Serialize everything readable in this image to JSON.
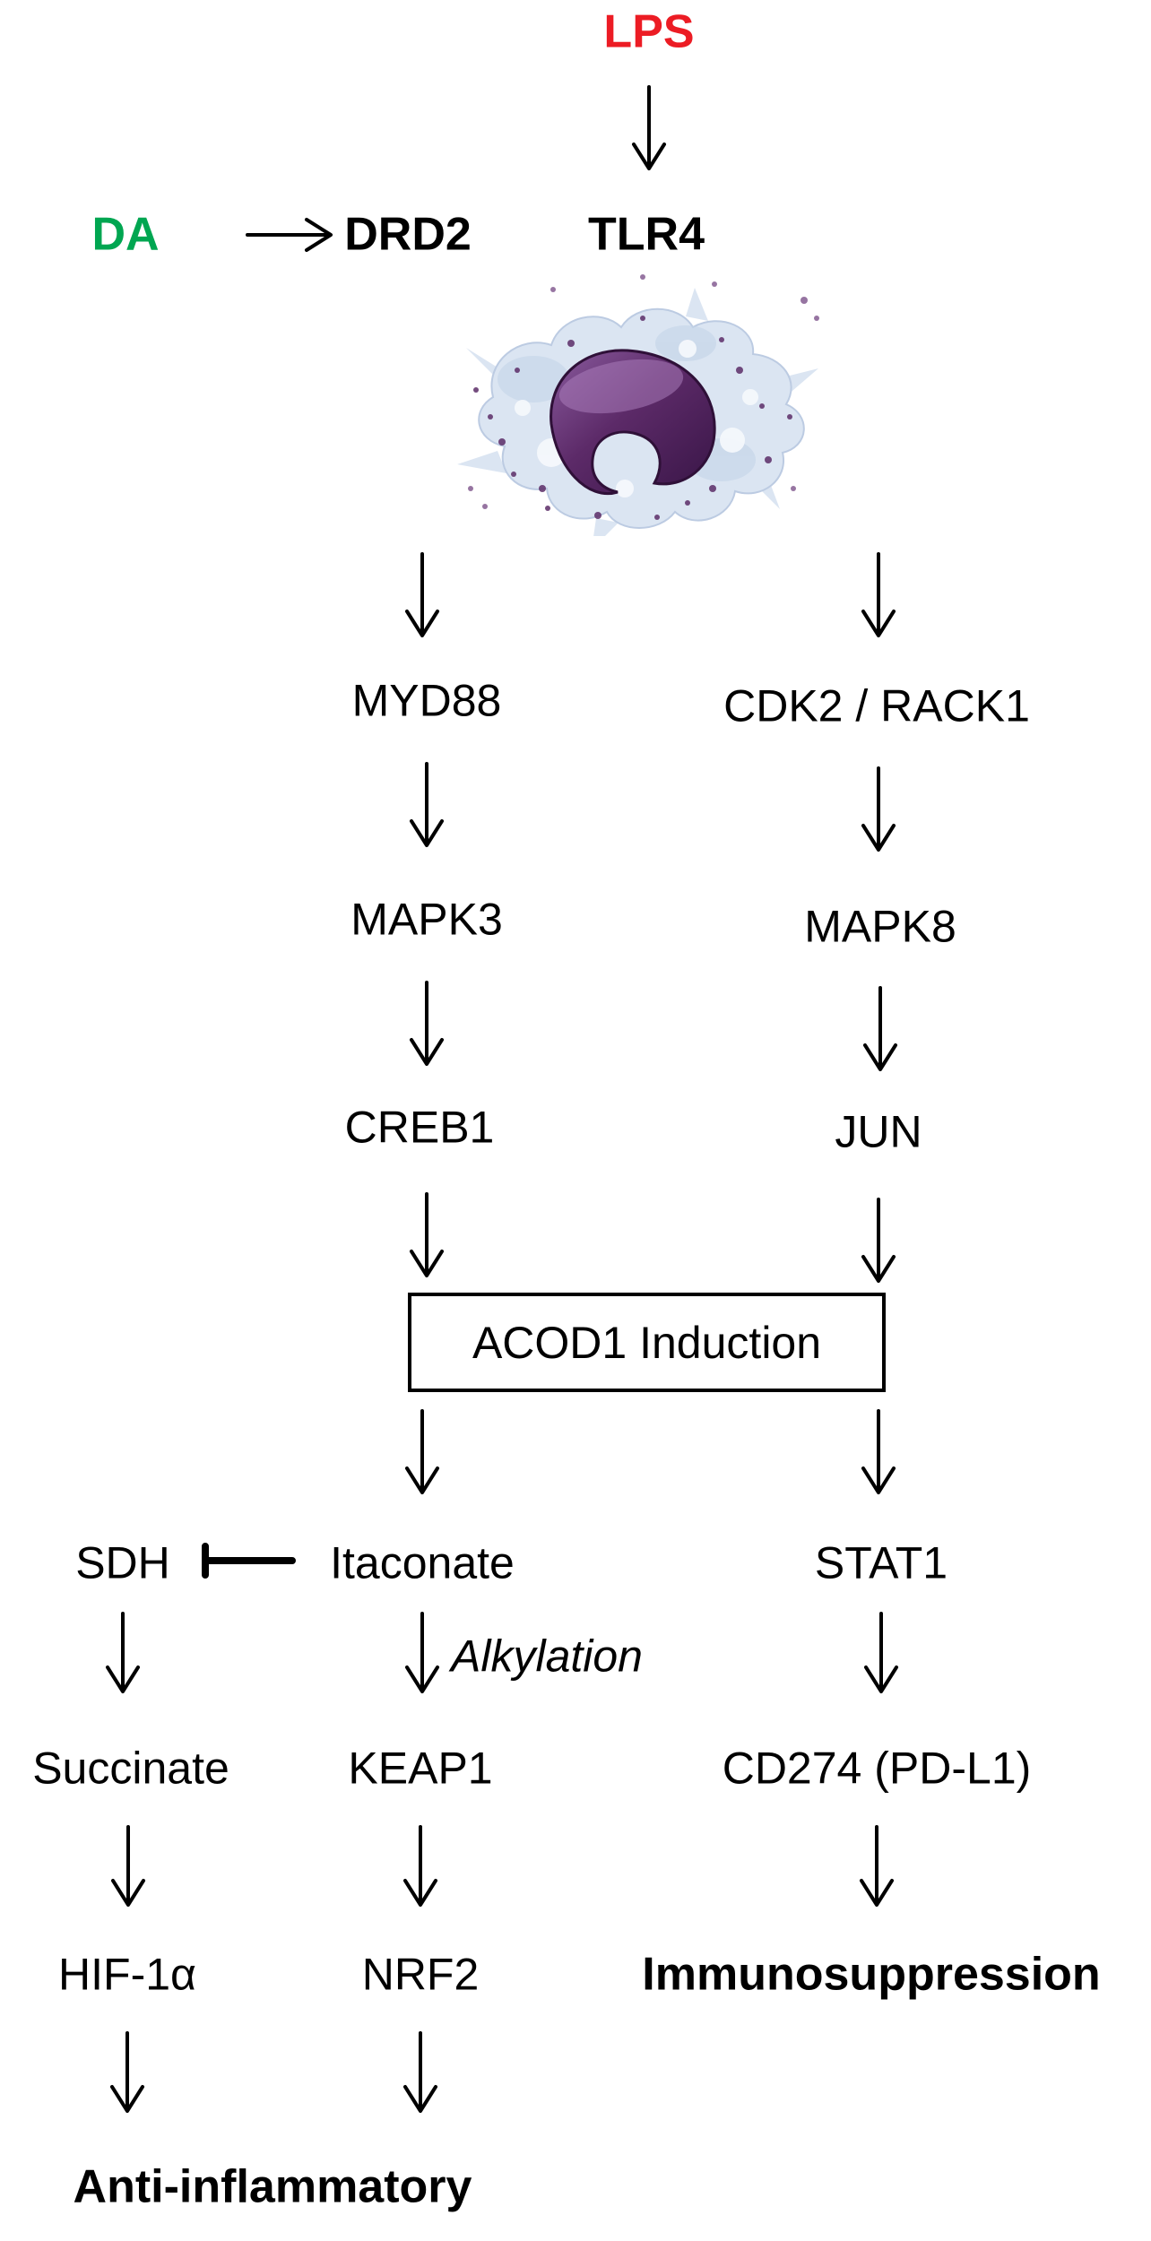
{
  "diagram": {
    "stimulus": {
      "lps": "LPS"
    },
    "receptor_row": {
      "da": "DA",
      "drd2": "DRD2",
      "tlr4": "TLR4"
    },
    "cell": {
      "image_name": "macrophage-cell-illustration"
    },
    "myd88_branch": {
      "myd88": "MYD88",
      "mapk3": "MAPK3",
      "creb1": "CREB1"
    },
    "jnk_branch": {
      "cdk2_rack1": "CDK2 / RACK1",
      "mapk8": "MAPK8",
      "jun": "JUN"
    },
    "acod1_box": {
      "label": "ACOD1 Induction"
    },
    "itaconate_axis": {
      "sdh": "SDH",
      "itaconate": "Itaconate",
      "alkylation": "Alkylation",
      "succinate": "Succinate",
      "keap1": "KEAP1",
      "hif1a": "HIF-1α",
      "nrf2": "NRF2",
      "anti_inflammatory": "Anti-inflammatory"
    },
    "stat1_axis": {
      "stat1": "STAT1",
      "cd274_pdl1": "CD274 (PD-L1)",
      "immunosuppression": "Immunosuppression"
    },
    "colors": {
      "lps_red": "#ec1c24",
      "da_green": "#00a651",
      "text": "#000000",
      "background": "#ffffff",
      "nucleus_purple": "#5c2a68",
      "cytoplasm_blue": "#dbe5f2"
    }
  }
}
